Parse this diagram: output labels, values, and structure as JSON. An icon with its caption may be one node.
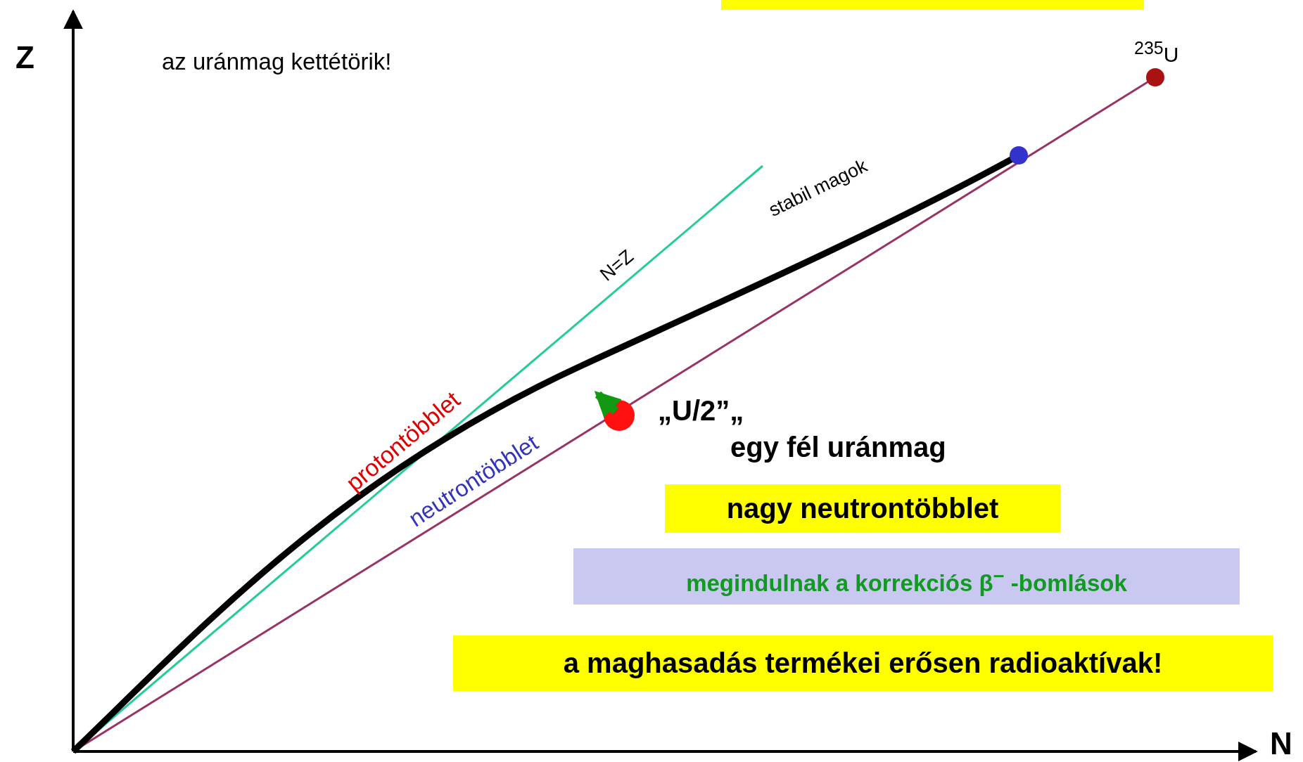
{
  "diagram": {
    "labels": [
      "Z",
      "az uránmag kettétörik!",
      "$^{235}$U",
      "stabil magok",
      "N=Z",
      "protontöbblet",
      "„U/2”„",
      "neutrontöbblet",
      "egy fél uránmag",
      "nagy neutrontöbblet",
      "megindulnak a korrekciós β$^{−}$ -bomlások",
      "a maghasadás termékei erősen radioaktívak!",
      "N"
    ]
  }
}
